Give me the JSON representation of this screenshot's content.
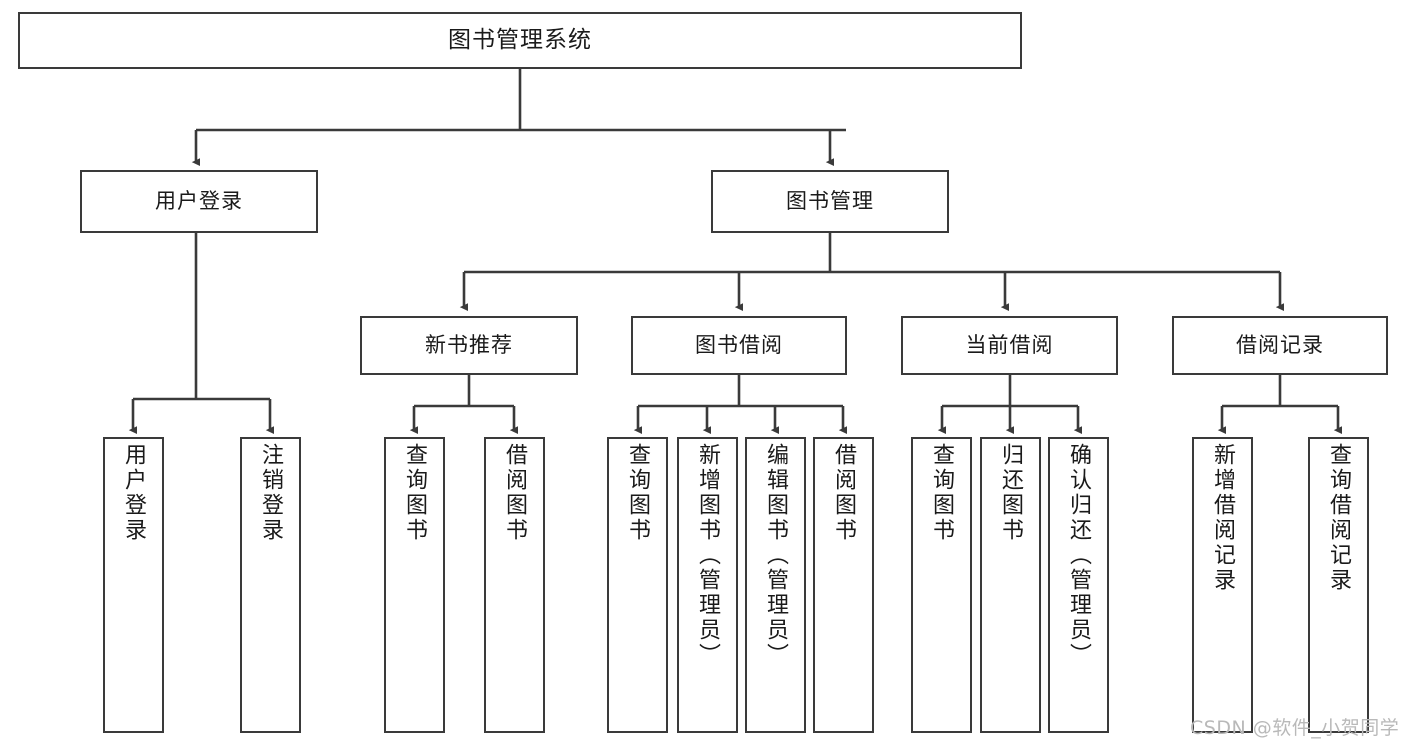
{
  "diagram": {
    "title": "图书管理系统",
    "type": "functional-structure-tree",
    "watermark": "CSDN @软件_小贺同学",
    "colors": {
      "box_border": "#3a3a3a",
      "box_fill": "#ffffff",
      "connector": "#3a3a3a",
      "text": "#1a1a1a",
      "watermark": "#b9b9b9"
    },
    "root": {
      "id": "root",
      "label": "图书管理系统"
    },
    "level1": [
      {
        "id": "user-login",
        "label": "用户登录"
      },
      {
        "id": "book-manage",
        "label": "图书管理"
      }
    ],
    "level2": [
      {
        "id": "new-book-recommend",
        "label": "新书推荐",
        "parent": "book-manage"
      },
      {
        "id": "book-borrow",
        "label": "图书借阅",
        "parent": "book-manage"
      },
      {
        "id": "current-borrow",
        "label": "当前借阅",
        "parent": "book-manage"
      },
      {
        "id": "borrow-record",
        "label": "借阅记录",
        "parent": "book-manage"
      }
    ],
    "leaves": [
      {
        "id": "leaf-user-login",
        "label": "用户登录",
        "parent": "user-login"
      },
      {
        "id": "leaf-user-logout",
        "label": "注销登录",
        "parent": "user-login"
      },
      {
        "id": "leaf-query-book-1",
        "label": "查询图书",
        "parent": "new-book-recommend"
      },
      {
        "id": "leaf-borrow-book-1",
        "label": "借阅图书",
        "parent": "new-book-recommend"
      },
      {
        "id": "leaf-query-book-2",
        "label": "查询图书",
        "parent": "book-borrow"
      },
      {
        "id": "leaf-add-book",
        "label": "新增图书（管理员）",
        "parent": "book-borrow"
      },
      {
        "id": "leaf-edit-book",
        "label": "编辑图书（管理员）",
        "parent": "book-borrow"
      },
      {
        "id": "leaf-borrow-book-2",
        "label": "借阅图书",
        "parent": "book-borrow"
      },
      {
        "id": "leaf-query-book-3",
        "label": "查询图书",
        "parent": "current-borrow"
      },
      {
        "id": "leaf-return-book",
        "label": "归还图书",
        "parent": "current-borrow"
      },
      {
        "id": "leaf-confirm-return",
        "label": "确认归还（管理员）",
        "parent": "current-borrow"
      },
      {
        "id": "leaf-add-record",
        "label": "新增借阅记录",
        "parent": "borrow-record"
      },
      {
        "id": "leaf-query-record",
        "label": "查询借阅记录",
        "parent": "borrow-record"
      }
    ]
  }
}
